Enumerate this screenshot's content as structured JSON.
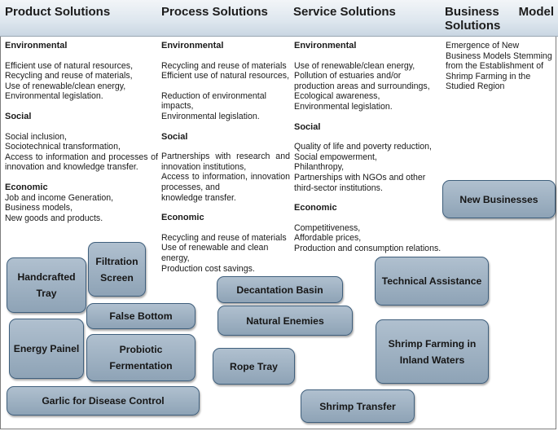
{
  "headers": {
    "product": "Product Solutions",
    "process": "Process Solutions",
    "service": "Service Solutions",
    "business_line1_a": "Business",
    "business_line1_b": "Model",
    "business_line2": "Solutions"
  },
  "product": {
    "environmental_title": "Environmental",
    "environmental_lines": [
      "Efficient use of natural resources,",
      "Recycling and reuse of materials,",
      "Use of renewable/clean energy,",
      "Environmental legislation."
    ],
    "social_title": "Social",
    "social_lines": [
      "Social inclusion,",
      "Sociotechnical transformation,",
      "Access to information and processes of innovation and knowledge transfer."
    ],
    "economic_title": "Economic",
    "economic_lines": [
      "Job and income Generation,",
      "Business models,",
      "New goods and products."
    ]
  },
  "process": {
    "environmental_title": "Environmental",
    "environmental_lines": [
      "Recycling and reuse of materials",
      "Efficient use of natural resources,",
      "",
      "Reduction of environmental impacts,",
      "Environmental legislation."
    ],
    "social_title": "Social",
    "social_lines": [
      "Partnerships with research and innovation institutions,",
      "Access to information, innovation processes, and",
      "knowledge transfer."
    ],
    "economic_title": "Economic",
    "economic_lines": [
      "Recycling and reuse of materials",
      "Use of renewable and clean energy,",
      "Production cost savings."
    ]
  },
  "service": {
    "environmental_title": "Environmental",
    "environmental_lines": [
      "Use of renewable/clean energy,",
      "Pollution of estuaries and/or production areas and surroundings,",
      "Ecological awareness,",
      "Environmental legislation."
    ],
    "social_title": "Social",
    "social_lines": [
      "Quality of life and poverty reduction,",
      "Social empowerment,",
      "Philanthropy,",
      "Partnerships with NGOs and other third-sector institutions."
    ],
    "economic_title": "Economic",
    "economic_lines": [
      "Competitiveness,",
      "Affordable prices,",
      "Production and consumption relations."
    ]
  },
  "business": {
    "description": "Emergence of New Business Models Stemming from the Establishment of Shrimp Farming in the Studied Region"
  },
  "boxes": {
    "handcrafted_tray": "Handcrafted Tray",
    "filtration_screen": "Filtration Screen",
    "false_bottom": "False Bottom",
    "energy_painel": "Energy Painel",
    "probiotic_fermentation": "Probiotic Fermentation",
    "garlic": "Garlic for Disease Control",
    "decantation_basin": "Decantation Basin",
    "natural_enemies": "Natural Enemies",
    "rope_tray": "Rope Tray",
    "shrimp_transfer": "Shrimp Transfer",
    "technical_assistance": "Technical Assistance",
    "shrimp_farming": "Shrimp Farming in Inland Waters",
    "new_businesses": "New Businesses"
  },
  "colors": {
    "header_bg": "#d6e0ea",
    "box_fill": "#9fb2c3",
    "box_border": "#3f5f7c"
  }
}
